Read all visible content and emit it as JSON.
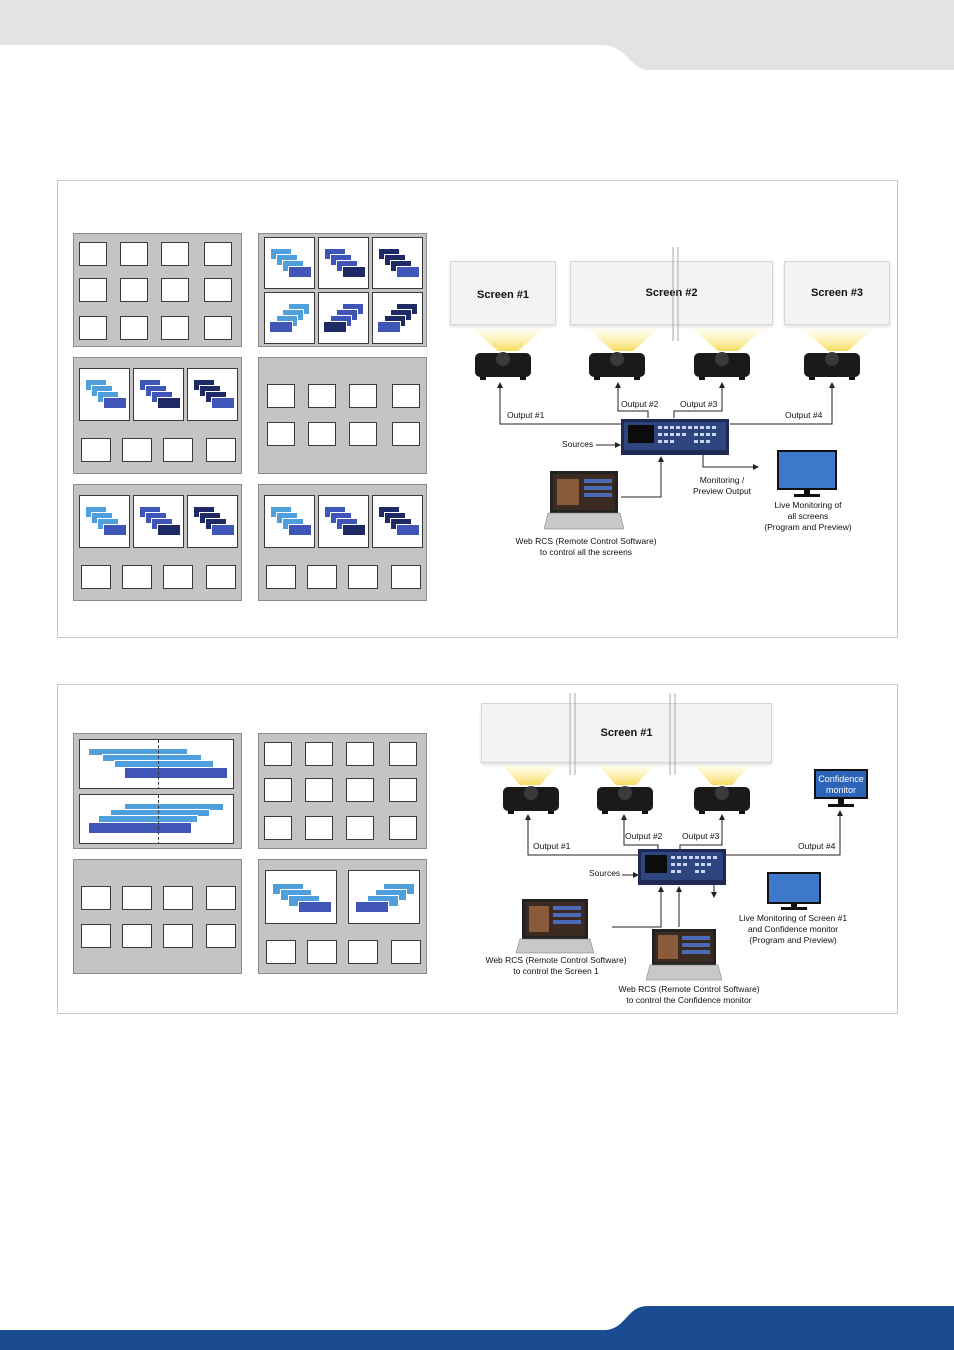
{
  "colors": {
    "header_gray": "#e3e3e3",
    "footer_blue": "#1b4b90",
    "layout_gray": "#c4c4c4",
    "window_light": "#4f9fdd",
    "window_mid": "#3f56b8",
    "window_dark": "#1e2a66",
    "monitor_blue": "#3d79c8"
  },
  "figure1": {
    "screens": [
      "Screen #1",
      "Screen #2",
      "Screen #3"
    ],
    "outputs": [
      "Output #1",
      "Output #2",
      "Output #3",
      "Output #4"
    ],
    "sources": "Sources",
    "monitoring_output": [
      "Monitoring /",
      "Preview Output"
    ],
    "live_monitoring": [
      "Live Monitoring of",
      "all screens",
      "(Program and Preview)"
    ],
    "web_rcs": [
      "Web RCS (Remote Control Software)",
      "to control all the screens"
    ]
  },
  "figure2": {
    "screen": "Screen #1",
    "confidence_monitor": [
      "Confidence",
      "monitor"
    ],
    "outputs": [
      "Output #1",
      "Output #2",
      "Output #3",
      "Output #4"
    ],
    "sources": "Sources",
    "live_monitoring": [
      "Live Monitoring of Screen #1",
      "and Confidence monitor",
      "(Program and Preview)"
    ],
    "web_rcs_1": [
      "Web RCS (Remote Control Software)",
      "to control the Screen 1"
    ],
    "web_rcs_2": [
      "Web RCS (Remote Control Software)",
      "to control the Confidence monitor"
    ]
  }
}
